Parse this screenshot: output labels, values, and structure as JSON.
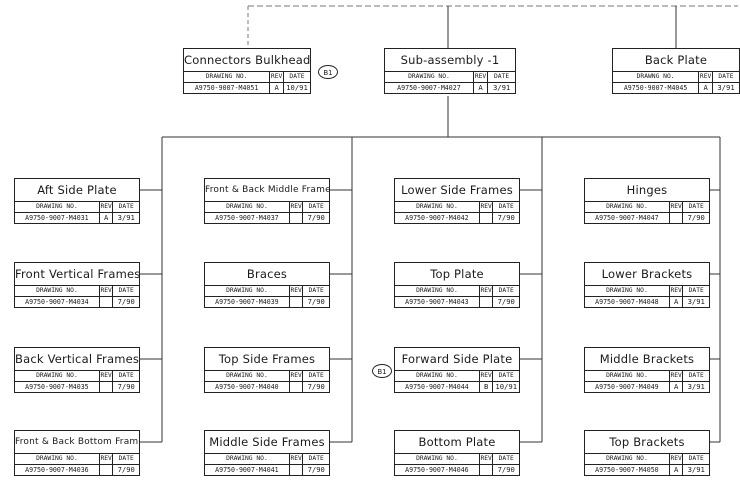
{
  "headers": {
    "drawing_no": "DRAWING NO.",
    "drawing_no_alt": "DRAWNG NO.",
    "rev": "REV",
    "date": "DATE"
  },
  "top": [
    {
      "id": "connectors-bulkhead",
      "title": "Connectors Bulkhead",
      "drawing_no": "A9750-9007-M4051",
      "rev": "A",
      "date": "10/91",
      "revision_bubble": "B1"
    },
    {
      "id": "sub-assembly",
      "title": "Sub-assembly -1",
      "drawing_no": "A9750-9007-M4027",
      "rev": "A",
      "date": "3/91"
    },
    {
      "id": "back-plate",
      "title": "Back Plate",
      "drawing_no": "A9750-9007-M4045",
      "rev": "A",
      "date": "3/91"
    }
  ],
  "columns": [
    [
      {
        "id": "aft-side-plate",
        "title": "Aft Side Plate",
        "drawing_no": "A9750-9007-M4031",
        "rev": "A",
        "date": "3/91"
      },
      {
        "id": "front-vertical-frames",
        "title": "Front Vertical Frames",
        "drawing_no": "A9750-9007-M4034",
        "rev": "",
        "date": "7/90"
      },
      {
        "id": "back-vertical-frames",
        "title": "Back Vertical Frames",
        "drawing_no": "A9750-9007-M4035",
        "rev": "",
        "date": "7/90"
      },
      {
        "id": "front-back-bottom-frames",
        "title": "Front & Back Bottom Frames",
        "drawing_no": "A9750-9007-M4036",
        "rev": "",
        "date": "7/90"
      }
    ],
    [
      {
        "id": "front-back-middle-frames",
        "title": "Front & Back Middle Frames",
        "drawing_no": "A9750-9007-M4037",
        "rev": "",
        "date": "7/90"
      },
      {
        "id": "braces",
        "title": "Braces",
        "drawing_no": "A9750-9007-M4039",
        "rev": "",
        "date": "7/90"
      },
      {
        "id": "top-side-frames",
        "title": "Top Side Frames",
        "drawing_no": "A9750-9007-M4040",
        "rev": "",
        "date": "7/90"
      },
      {
        "id": "middle-side-frames",
        "title": "Middle Side Frames",
        "drawing_no": "A9750-9007-M4041",
        "rev": "",
        "date": "7/90"
      }
    ],
    [
      {
        "id": "lower-side-frames",
        "title": "Lower Side Frames",
        "drawing_no": "A9750-9007-M4042",
        "rev": "",
        "date": "7/90"
      },
      {
        "id": "top-plate",
        "title": "Top Plate",
        "drawing_no": "A9750-9007-M4043",
        "rev": "",
        "date": "7/90"
      },
      {
        "id": "forward-side-plate",
        "title": "Forward Side Plate",
        "drawing_no": "A9750-9007-M4044",
        "rev": "B",
        "date": "10/91",
        "revision_bubble": "B1"
      },
      {
        "id": "bottom-plate",
        "title": "Bottom Plate",
        "drawing_no": "A9750-9007-M4046",
        "rev": "",
        "date": "7/90"
      }
    ],
    [
      {
        "id": "hinges",
        "title": "Hinges",
        "drawing_no": "A9750-9007-M4047",
        "rev": "",
        "date": "7/90"
      },
      {
        "id": "lower-brackets",
        "title": "Lower Brackets",
        "drawing_no": "A9750-9007-M4048",
        "rev": "A",
        "date": "3/91"
      },
      {
        "id": "middle-brackets",
        "title": "Middle Brackets",
        "drawing_no": "A9750-9007-M4049",
        "rev": "A",
        "date": "3/91"
      },
      {
        "id": "top-brackets",
        "title": "Top Brackets",
        "drawing_no": "A9750-9007-M4050",
        "rev": "A",
        "date": "3/91"
      }
    ]
  ]
}
